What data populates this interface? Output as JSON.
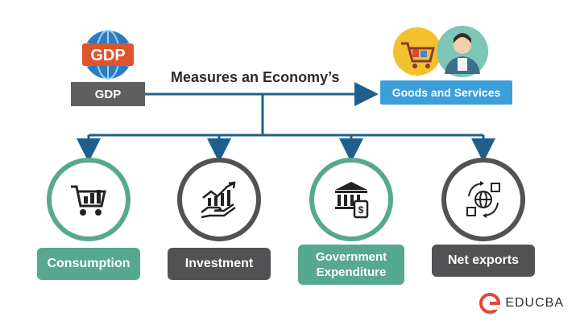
{
  "top": {
    "gdp_icon_text": "GDP",
    "gdp_label": "GDP",
    "relation_text": "Measures an Economy’s",
    "goods_label": "Goods and Services"
  },
  "categories": [
    {
      "label": "Consumption",
      "icon": "shopping-cart-icon",
      "color": "#57a890"
    },
    {
      "label": "Investment",
      "icon": "growth-chart-hand-icon",
      "color": "#525254"
    },
    {
      "label": "Government Expenditure",
      "icon": "government-building-icon",
      "color": "#57a890"
    },
    {
      "label": "Net exports",
      "icon": "global-trade-icon",
      "color": "#525254"
    }
  ],
  "brand": {
    "name": "EDUCBA",
    "color": "#e8443a"
  },
  "colors": {
    "arrow": "#1f5f8b",
    "green": "#57a890",
    "gray": "#525254",
    "blue": "#3d9fd9"
  }
}
